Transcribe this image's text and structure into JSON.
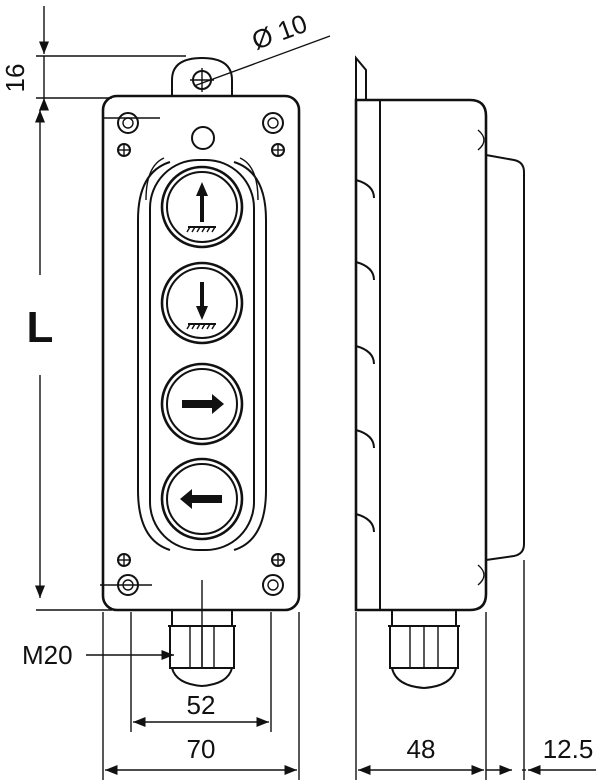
{
  "labels": {
    "height_tab": "16",
    "hole_diameter": "Ø 10",
    "length": "L",
    "cable_gland": "M20",
    "inner_width": "52",
    "outer_width": "70",
    "depth": "48",
    "offset": "12.5"
  },
  "buttons": [
    {
      "icon": "arrow-up-hoist-icon"
    },
    {
      "icon": "arrow-down-hoist-icon"
    },
    {
      "icon": "arrow-right-icon"
    },
    {
      "icon": "arrow-left-icon"
    }
  ],
  "colors": {
    "ink": "#111111",
    "background": "#ffffff"
  }
}
